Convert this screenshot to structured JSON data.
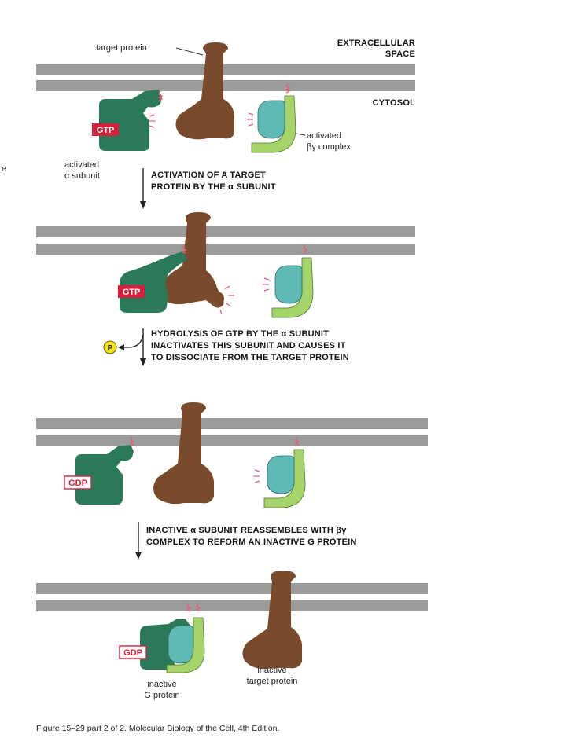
{
  "labels": {
    "target_protein": "target protein",
    "extracellular_1": "EXTRACELLULAR",
    "extracellular_2": "SPACE",
    "cytosol": "CYTOSOL",
    "activated_bg_1": "activated",
    "activated_bg_2": "βγ complex",
    "activated_alpha_1": "activated",
    "activated_alpha_2": "α subunit",
    "margin_mark": "e",
    "inactive_g_1": "inactive",
    "inactive_g_2": "G protein",
    "inactive_target_1": "inactive",
    "inactive_target_2": "target protein",
    "phosphate": "P"
  },
  "badges": {
    "gtp": "GTP",
    "gdp": "GDP"
  },
  "steps": [
    {
      "lines": [
        "ACTIVATION OF A TARGET",
        "PROTEIN BY THE α SUBUNIT"
      ]
    },
    {
      "lines": [
        "HYDROLYSIS OF GTP BY THE α SUBUNIT",
        "INACTIVATES THIS SUBUNIT AND CAUSES IT",
        "TO DISSOCIATE FROM THE TARGET PROTEIN"
      ]
    },
    {
      "lines": [
        "INACTIVE α SUBUNIT REASSEMBLES WITH βγ",
        "COMPLEX TO REFORM AN INACTIVE G PROTEIN"
      ]
    }
  ],
  "caption": "Figure 15–29 part 2 of 2. Molecular Biology of the Cell, 4th Edition.",
  "colors": {
    "membrane": "#9b9b9b",
    "alpha_subunit": "#2a7a5a",
    "target_protein": "#7a4a2c",
    "beta_subunit": "#a6d36a",
    "gamma_subunit": "#5fb9b4",
    "gtp_red": "#d71f3b",
    "phosphate_yellow": "#f2e21a",
    "lipid_pink": "#e0607a"
  }
}
